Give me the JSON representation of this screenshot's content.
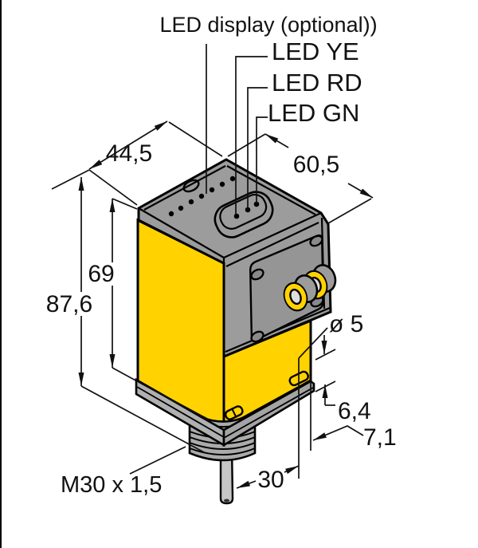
{
  "drawing": {
    "title_note": "LED display (optional))",
    "labels": {
      "led_display": "LED display (optional))",
      "led_ye": "LED YE",
      "led_rd": "LED RD",
      "led_gn": "LED GN",
      "thread": "M30 x 1,5"
    },
    "dimensions": {
      "top_width": "44,5",
      "top_depth": "60,5",
      "body_height": "69",
      "total_height": "87,6",
      "hole_diameter": "ø 5",
      "hole_to_bottom": "6,4",
      "hole_to_edge": "7,1",
      "cable_to_hole": "30"
    },
    "colors": {
      "housing_yellow": "#FFD200",
      "head_gray": "#9C9C9C",
      "panel_gray": "#959595",
      "plate_gray": "#B0B0B0",
      "stem_gray": "#ABABAB",
      "cable_gray": "#C6C6C6",
      "line_black": "#111111",
      "background": "#FFFFFF"
    }
  }
}
